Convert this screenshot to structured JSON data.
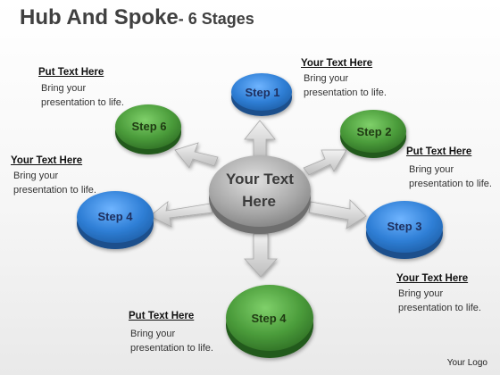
{
  "title": {
    "main": "Hub And Spoke",
    "sub": "- 6 Stages"
  },
  "hub": {
    "line1": "Your Text",
    "line2": "Here"
  },
  "steps": {
    "s1": "Step 1",
    "s2": "Step 2",
    "s3": "Step 3",
    "s4_left": "Step 4",
    "s4_bottom": "Step 4",
    "s6": "Step 6"
  },
  "labels": {
    "top_left": {
      "heading": "Put Text Here",
      "body1": "Bring your",
      "body2": "presentation to life."
    },
    "top_right": {
      "heading": "Your Text Here",
      "body1": "Bring your",
      "body2": "presentation to life."
    },
    "mid_left": {
      "heading": "Your Text Here",
      "body1": "Bring your",
      "body2": "presentation to life."
    },
    "mid_right": {
      "heading": "Put Text Here",
      "body1": "Bring your",
      "body2": "presentation to life."
    },
    "low_right": {
      "heading": "Your Text Here",
      "body1": "Bring your",
      "body2": "presentation to life."
    },
    "bottom": {
      "heading": "Put Text Here",
      "body1": "Bring your",
      "body2": "presentation to life."
    }
  },
  "footer": {
    "logo": "Your Logo"
  },
  "colors": {
    "blue": "#2f7fd6",
    "green": "#4a9b3a",
    "hub": "#a8a8a8",
    "arrow": "#d4d4d4",
    "text": "#404040"
  }
}
